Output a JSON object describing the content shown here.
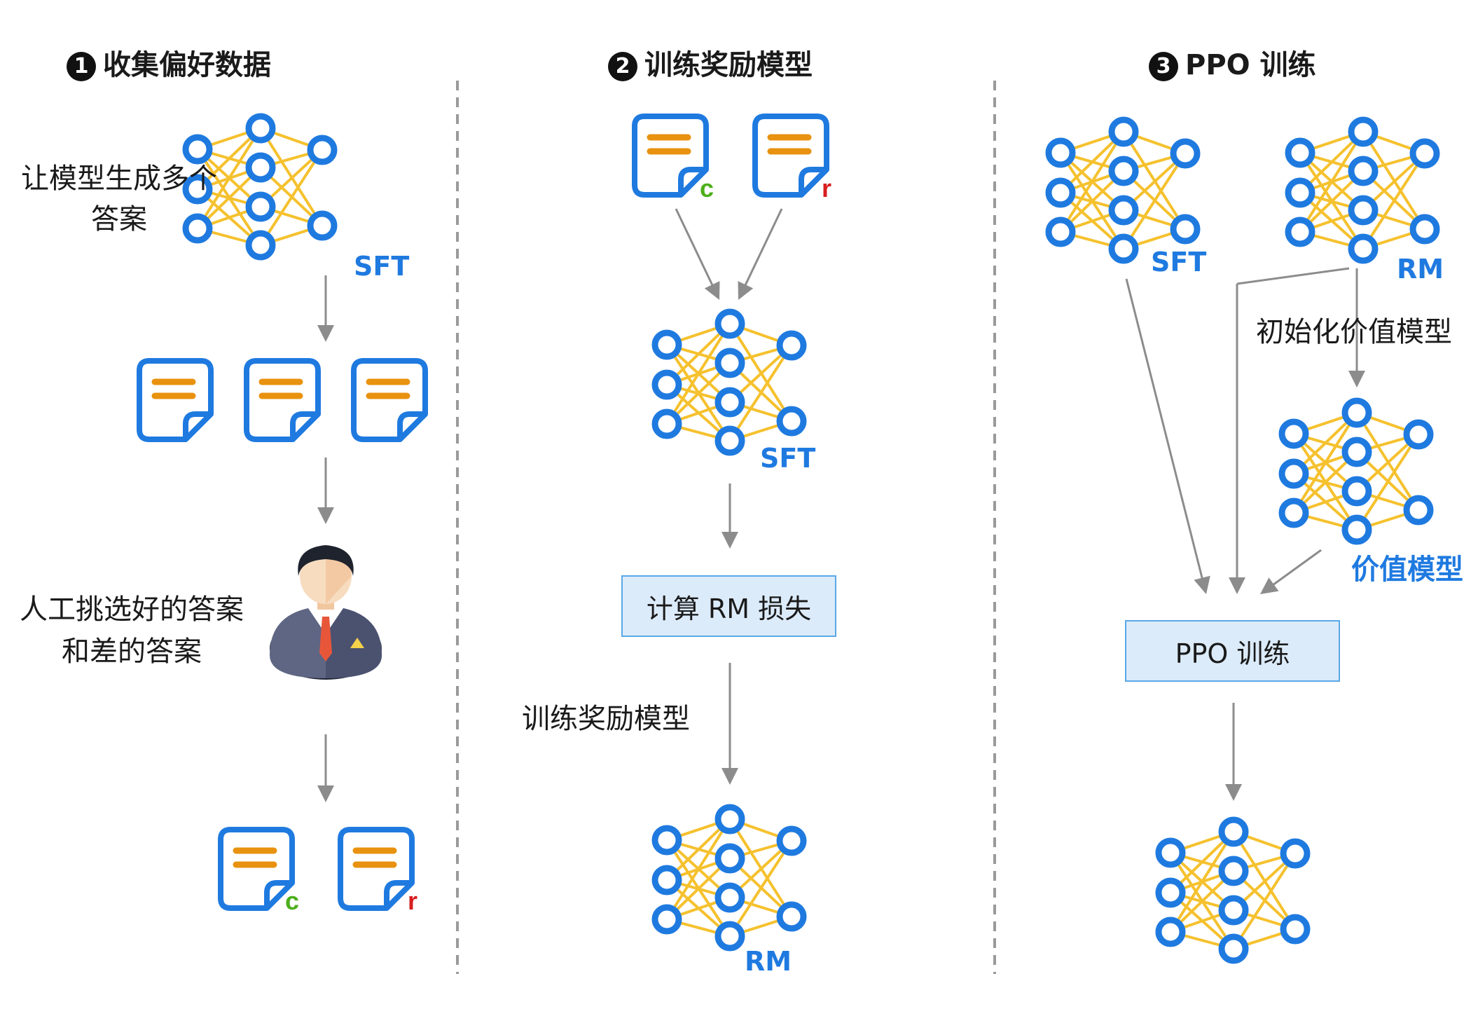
{
  "steps": {
    "step1": {
      "num": "1",
      "title": "收集偏好数据"
    },
    "step2": {
      "num": "2",
      "title": "训练奖励模型"
    },
    "step3": {
      "num": "3",
      "title": "PPO 训练"
    }
  },
  "col1": {
    "gen_label_line1": "让模型生成多个",
    "gen_label_line2": "答案",
    "sft_label": "SFT",
    "human_label_line1": "人工挑选好的答案",
    "human_label_line2": "和差的答案",
    "chosen_mark": "c",
    "rejected_mark": "r"
  },
  "col2": {
    "chosen_mark": "c",
    "rejected_mark": "r",
    "sft_label": "SFT",
    "loss_box": "计算 RM 损失",
    "train_label": "训练奖励模型",
    "rm_label": "RM"
  },
  "col3": {
    "sft_label": "SFT",
    "rm_label": "RM",
    "init_label": "初始化价值模型",
    "value_label": "价值模型",
    "ppo_box": "PPO  训练"
  },
  "colors": {
    "node_blue": "#1f7ae0",
    "edge_yellow": "#f5c12e",
    "doc_orange": "#e8920f",
    "chosen_green": "#4caf1a",
    "rejected_red": "#d81e1e",
    "arrow_gray": "#8c8c8c",
    "divider_gray": "#9a9a9a",
    "box_fill": "#dcebfa",
    "box_border": "#5aa8e6"
  },
  "icons": [
    "neural-network-icon",
    "document-icon",
    "person-icon"
  ]
}
